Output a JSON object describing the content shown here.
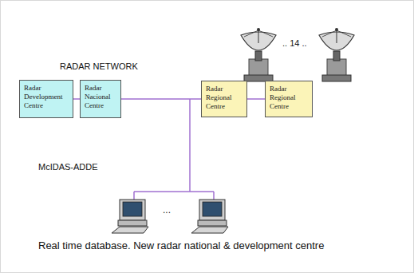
{
  "diagram": {
    "caption": "Real time database. New radar national & development centre",
    "nodes": [
      {
        "text": [
          "Radar Development Centre"
        ]
      },
      {
        "text": [
          "Radar Nacional Centre"
        ]
      },
      {
        "text": [
          "Radar Regional Centre"
        ]
      },
      {
        "text": [
          "Radar Regional Centre"
        ]
      }
    ],
    "edges": [
      {
        "from": 0,
        "to": 1,
        "arrow": "none"
      },
      {
        "from": 1,
        "to": 2,
        "arrow": "none"
      },
      {
        "from": 2,
        "to": 3,
        "arrow": "none"
      }
    ],
    "labels": [
      "RADAR NETWORK",
      ".. 14 ..",
      "McIDAS-ADDE",
      "..."
    ]
  }
}
